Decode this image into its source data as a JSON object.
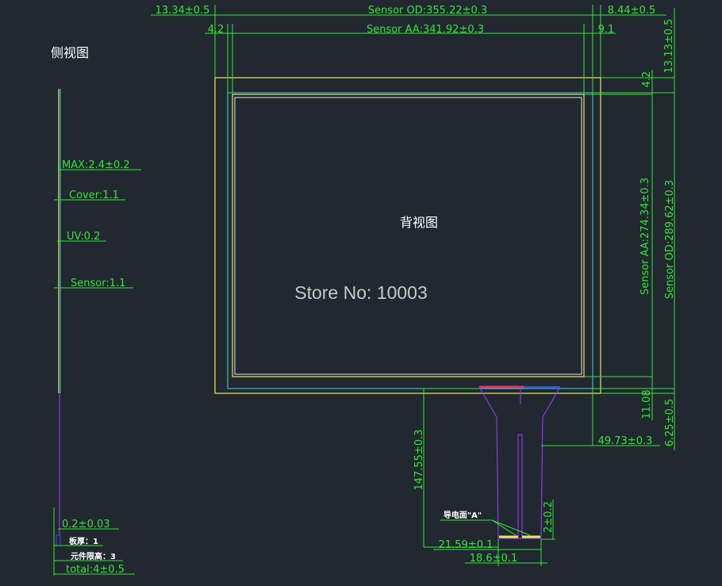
{
  "titles": {
    "side_view": "侧视图",
    "back_view": "背视图"
  },
  "watermark": "Store No: 10003",
  "top_dims": {
    "left_margin": "13.34±0.5",
    "sensor_od": "Sensor OD:355.22±0.3",
    "right_margin": "8.44±0.5",
    "left_inner": "4.2",
    "sensor_aa": "Sensor AA:341.92±0.3",
    "right_inner": "9.1"
  },
  "right_dims": {
    "top_margin": "13.13±0.5",
    "top_inner": "4.2",
    "sensor_aa_h": "Sensor AA:274.34±0.3",
    "sensor_od_h": "Sensor OD:289.62±0.3",
    "bottom_inner": "11.08",
    "bottom_margin": "6.25±0.5",
    "tail_offset": "49.73±0.3"
  },
  "tail_dims": {
    "tail_length": "147.55±0.3",
    "conductive_face": "导电面\"A\"",
    "contact_len": "2±0.2",
    "tail_width": "21.59±0.1",
    "pad_width": "18.6±0.1"
  },
  "side_dims": {
    "max": "MAX:2.4±0.2",
    "cover": "Cover:1.1",
    "uv": "UV:0.2",
    "sensor": "Sensor:1.1",
    "fpc": "0.2±0.03",
    "board_thickness": "板厚：1",
    "component_height": "元件限高：3",
    "total": "total:4±0.5"
  },
  "colors": {
    "background": "#212830",
    "dimension": "#33e633",
    "outline": "#e8e85a",
    "sensor": "#3ad7d7",
    "tail": "#8a3ae8",
    "stiffener": "#e0306a",
    "fpc_contact": "#2f55e0"
  }
}
